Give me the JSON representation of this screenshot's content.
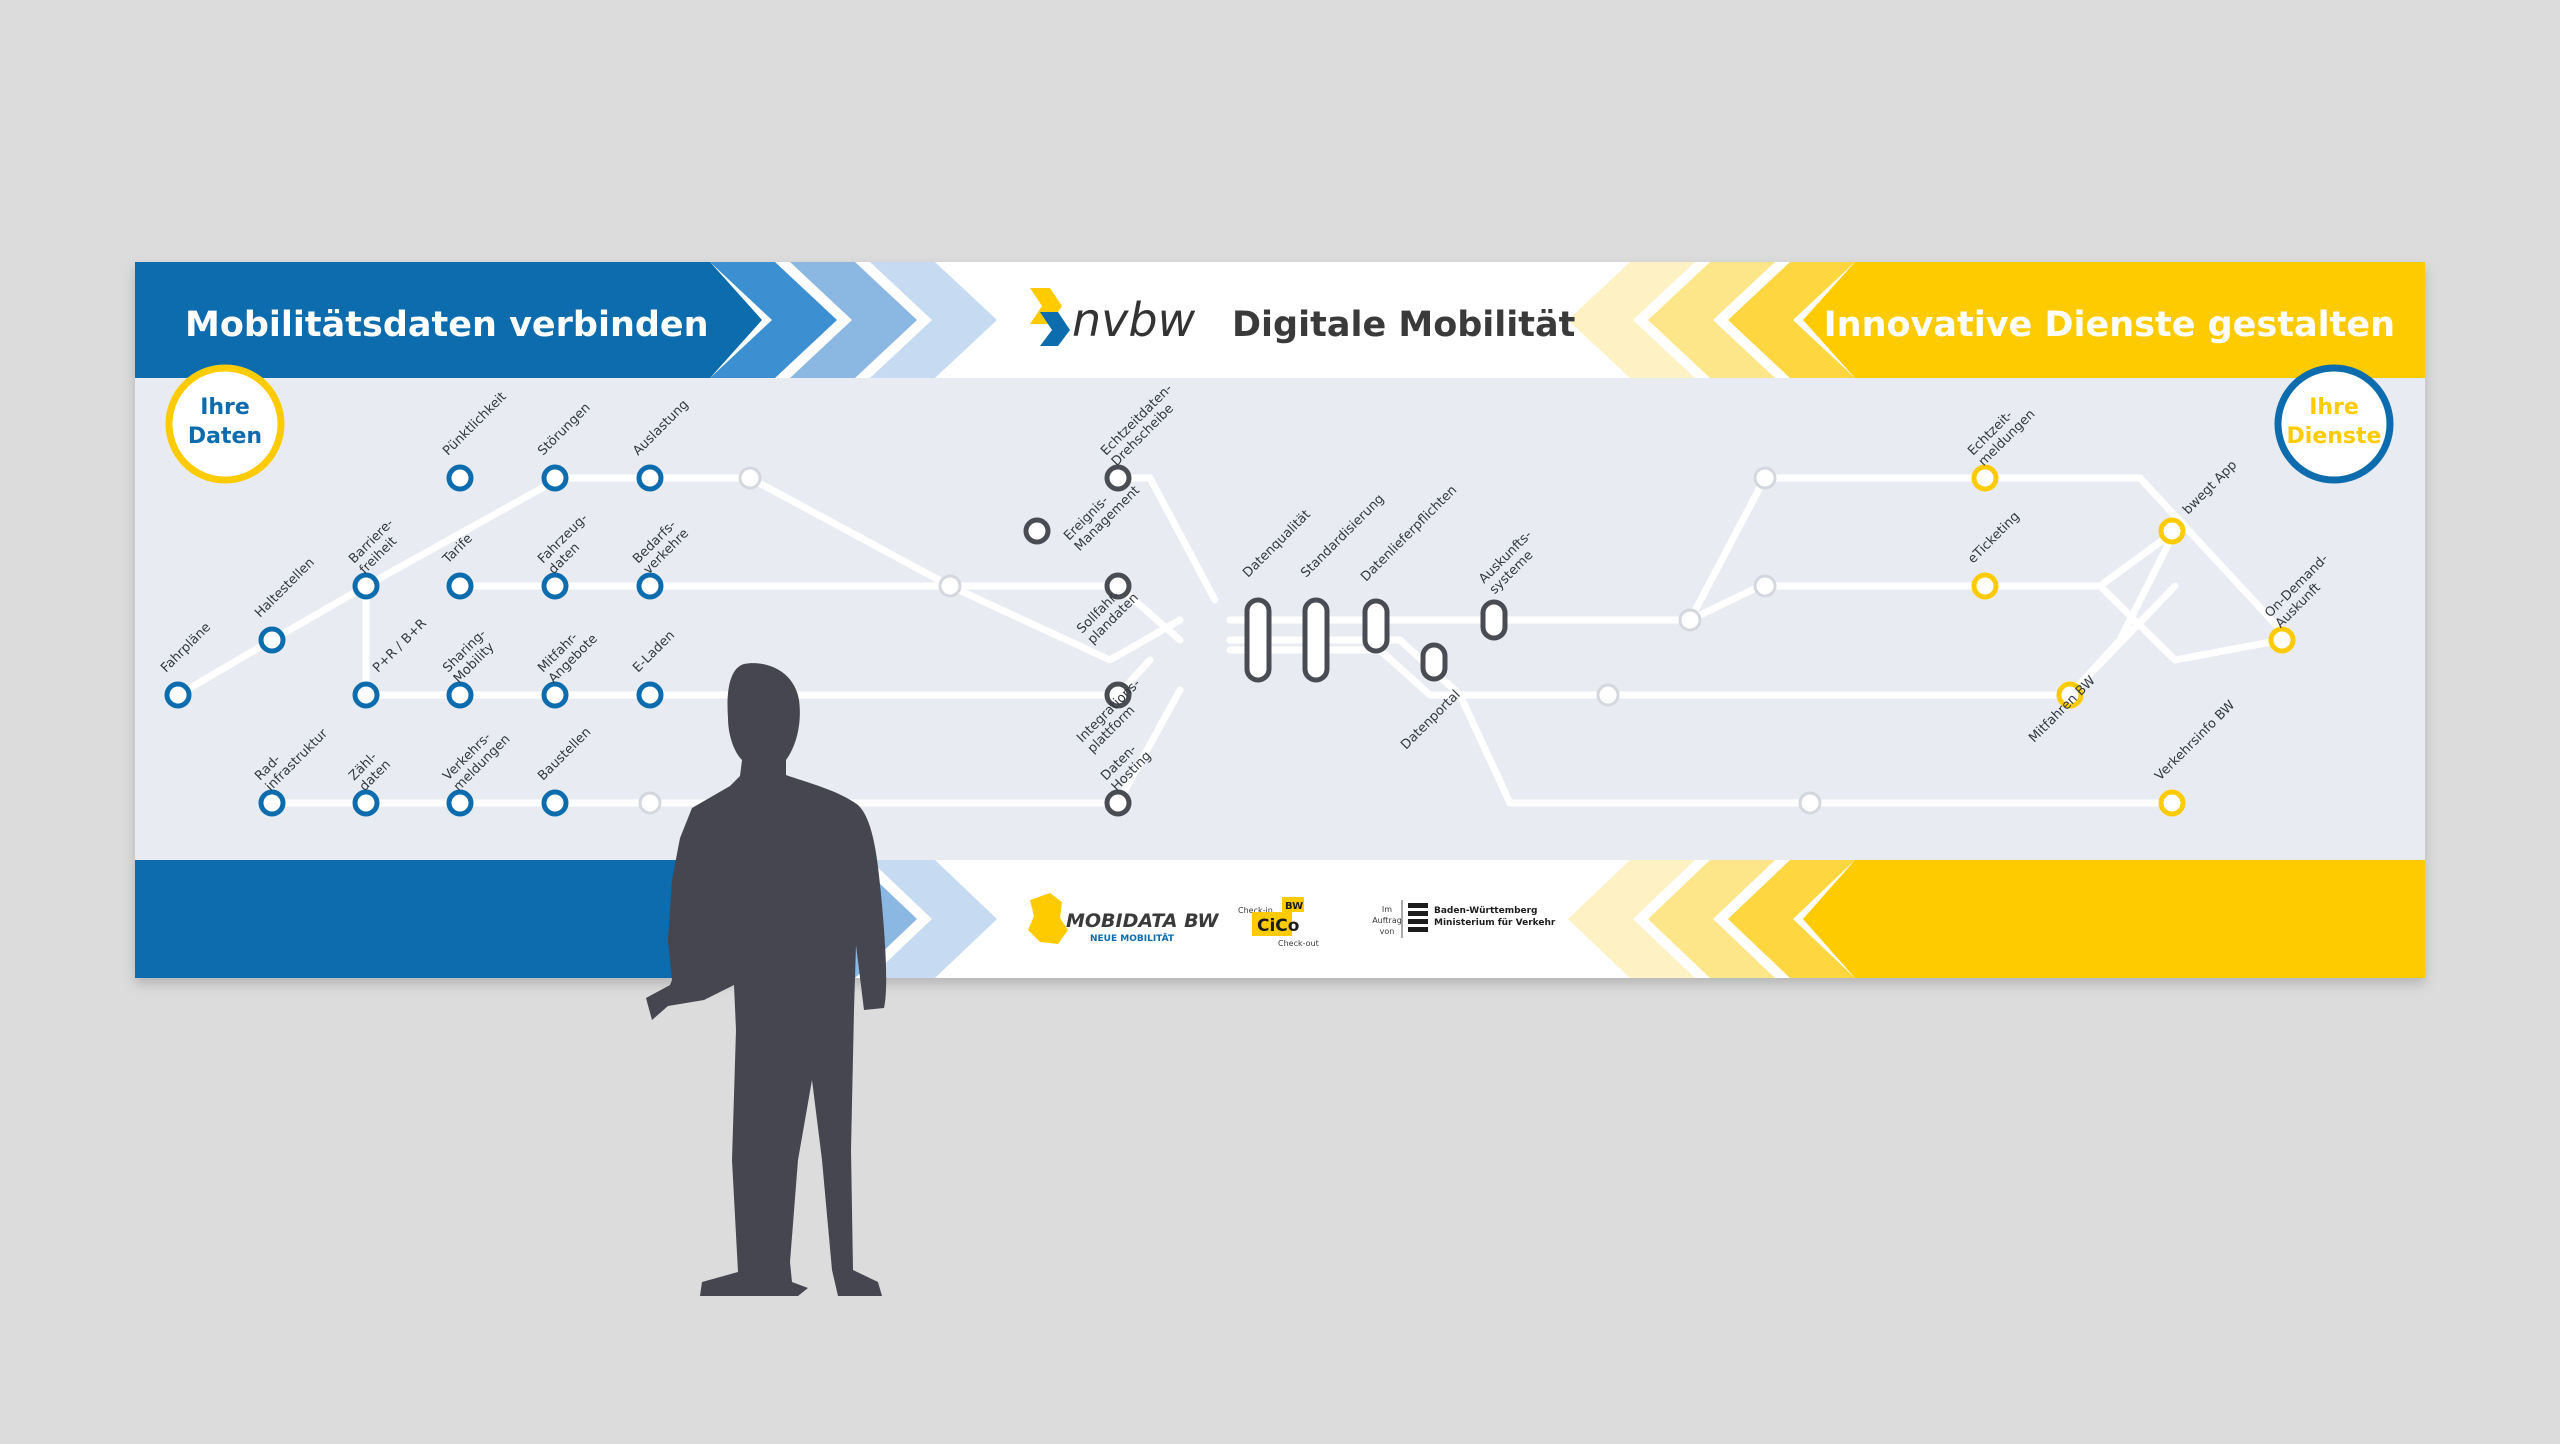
{
  "header": {
    "left_title": "Mobilitätsdaten verbinden",
    "center_title": "Digitale Mobilität",
    "right_title": "Innovative Dienste gestalten",
    "brand": "nvbw"
  },
  "badges": {
    "left": [
      "Ihre",
      "Daten"
    ],
    "right": [
      "Ihre",
      "Dienste"
    ]
  },
  "footer": {
    "mobidata": "MOBIDATA BW",
    "mobidata_sub": "NEUE MOBILITÄT",
    "cico_top": "Check-in",
    "cico_mark": "CiCo",
    "cico_bw": "BW",
    "cico_bottom": "Check-out",
    "auftrag": [
      "Im",
      "Auftrag",
      "von"
    ],
    "ministry": [
      "Baden-Württemberg",
      "Ministerium für Verkehr"
    ]
  },
  "stations": {
    "fahrplaene": [
      "Fahrpläne"
    ],
    "haltestellen": [
      "Haltestellen"
    ],
    "rad": [
      "Rad-",
      "infrastruktur"
    ],
    "barriere": [
      "Barriere-",
      "freiheit"
    ],
    "pr": [
      "P+R / B+R"
    ],
    "zaehl": [
      "Zähl-",
      "daten"
    ],
    "puenktlichkeit": [
      "Pünktlichkeit"
    ],
    "tarife": [
      "Tarife"
    ],
    "sharing": [
      "Sharing-",
      "Mobility"
    ],
    "verkehrsmeld": [
      "Verkehrs-",
      "meldungen"
    ],
    "stoerungen": [
      "Störungen"
    ],
    "fahrzeug": [
      "Fahrzeug-",
      "daten"
    ],
    "mitfahr": [
      "Mitfahr-",
      "Angebote"
    ],
    "baustellen": [
      "Baustellen"
    ],
    "auslastung": [
      "Auslastung"
    ],
    "bedarf": [
      "Bedarfs-",
      "verkehre"
    ],
    "eladen": [
      "E-Laden"
    ],
    "echtzeit_dreh": [
      "Echtzeitdaten-",
      "Drehscheibe"
    ],
    "ereignis": [
      "Ereignis-",
      "Management"
    ],
    "sollfahr": [
      "Sollfahr-",
      "plandaten"
    ],
    "integration": [
      "Integrations-",
      "plattform"
    ],
    "hosting": [
      "Daten-",
      "Hosting"
    ],
    "qualitaet": [
      "Datenqualität"
    ],
    "standard": [
      "Standardisierung"
    ],
    "liefer": [
      "Datenlieferpflichten"
    ],
    "portal": [
      "Datenportal"
    ],
    "auskunft": [
      "Auskunfts-",
      "systeme"
    ],
    "echtzeitmeld": [
      "Echtzeit-",
      "meldungen"
    ],
    "eticketing": [
      "eTicketing"
    ],
    "mitfahren": [
      "Mitfahren BW"
    ],
    "bwegt": [
      "bwegt App"
    ],
    "ondemand": [
      "On-Demand-",
      "Auskunft"
    ],
    "verkehrsinfo": [
      "Verkehrsinfo BW"
    ]
  },
  "colors": {
    "blue": "#0c6cad",
    "yellow": "#fecb00",
    "dark": "#4a4c54",
    "band": "#e8ecf2"
  }
}
